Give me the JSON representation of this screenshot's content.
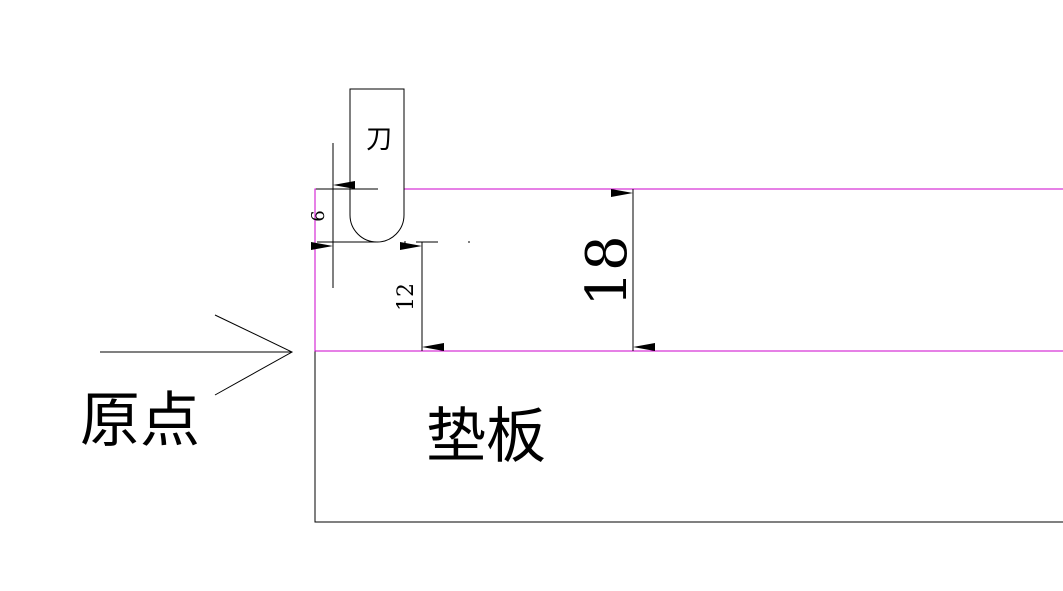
{
  "labels": {
    "tool": "刀",
    "origin": "原点",
    "backing_plate": "垫板"
  },
  "dimensions": {
    "tool_depth": "6",
    "remaining_thickness": "12",
    "workpiece_thickness": "18"
  },
  "colors": {
    "outline": "#000000",
    "workpiece": "#cc00cc",
    "background": "#ffffff"
  }
}
